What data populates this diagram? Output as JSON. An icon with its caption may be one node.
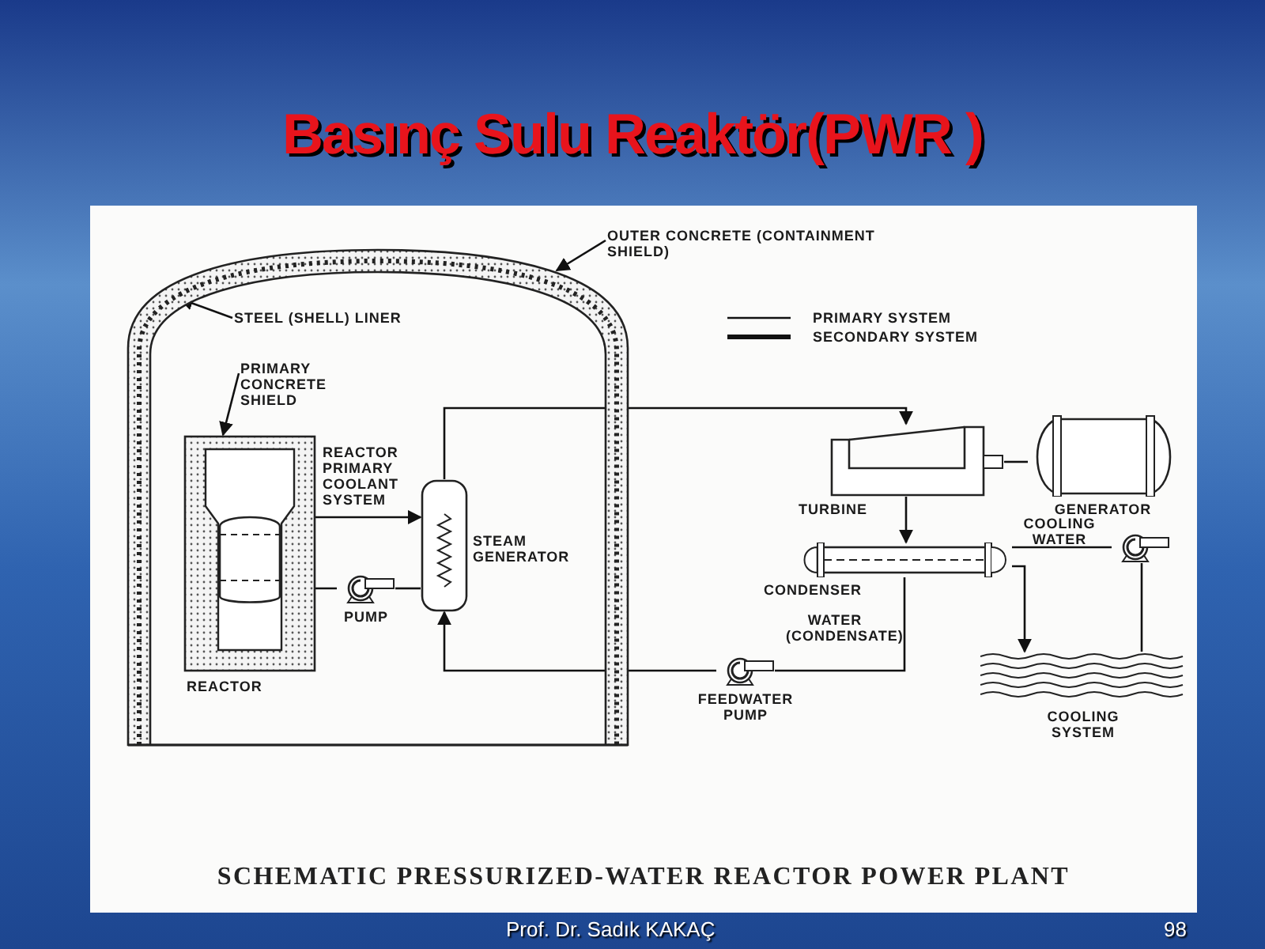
{
  "diagram": {
    "title": "Basınç Sulu Reaktör(PWR )",
    "caption": "SCHEMATIC PRESSURIZED-WATER REACTOR POWER PLANT",
    "nodes": [
      {
        "text": [],
        "shape": "dome"
      },
      {
        "text": [
          "OUTER CONCRETE (CONTAINMENT SHIELD)"
        ]
      },
      {
        "text": [
          "STEEL (SHELL) LINER"
        ],
        "in": 0
      },
      {
        "text": [
          "REACTOR"
        ],
        "in": 0
      },
      {
        "text": [
          "PRIMARY CONCRETE SHIELD"
        ],
        "in": 0
      },
      {
        "text": [],
        "shape": "cylinder",
        "in": 3
      },
      {
        "text": [
          "PUMP"
        ],
        "in": 0
      },
      {
        "text": [
          "STEAM GENERATOR"
        ],
        "in": 0
      },
      {
        "text": [
          "TURBINE"
        ]
      },
      {
        "text": [
          "GENERATOR"
        ]
      },
      {
        "text": [
          "CONDENSER"
        ]
      },
      {
        "text": [],
        "shape": "pump"
      },
      {
        "text": [
          "FEEDWATER PUMP"
        ]
      },
      {
        "text": [
          "COOLING SYSTEM"
        ]
      }
    ],
    "edges": [
      {
        "from": 1,
        "to": 0,
        "arrow": "to"
      },
      {
        "from": 2,
        "to": 0,
        "arrow": "to"
      },
      {
        "from": 4,
        "to": 3,
        "arrow": "to"
      },
      {
        "from": 5,
        "to": 7,
        "arrow": "to"
      },
      {
        "from": 7,
        "to": 6,
        "arrow": "none"
      },
      {
        "from": 6,
        "to": 5,
        "arrow": "none"
      },
      {
        "from": 7,
        "to": 8,
        "arrow": "to"
      },
      {
        "from": 8,
        "to": 10,
        "arrow": "to"
      },
      {
        "from": 10,
        "to": 12,
        "arrow": "none",
        "label": "WATER (CONDENSATE)"
      },
      {
        "from": 12,
        "to": 7,
        "arrow": "to"
      },
      {
        "from": 8,
        "to": 9,
        "arrow": "none"
      },
      {
        "from": 10,
        "to": 13,
        "arrow": "to"
      },
      {
        "from": 13,
        "to": 11,
        "arrow": "none"
      },
      {
        "from": 11,
        "to": 10,
        "arrow": "none",
        "label": "COOLING WATER"
      }
    ],
    "labels": [
      "REACTOR PRIMARY COOLANT SYSTEM",
      "Prof. Dr. Sadık KAKAÇ",
      "98"
    ],
    "legend": [
      {
        "text": "PRIMARY SYSTEM"
      },
      {
        "text": "SECONDARY SYSTEM"
      }
    ]
  }
}
